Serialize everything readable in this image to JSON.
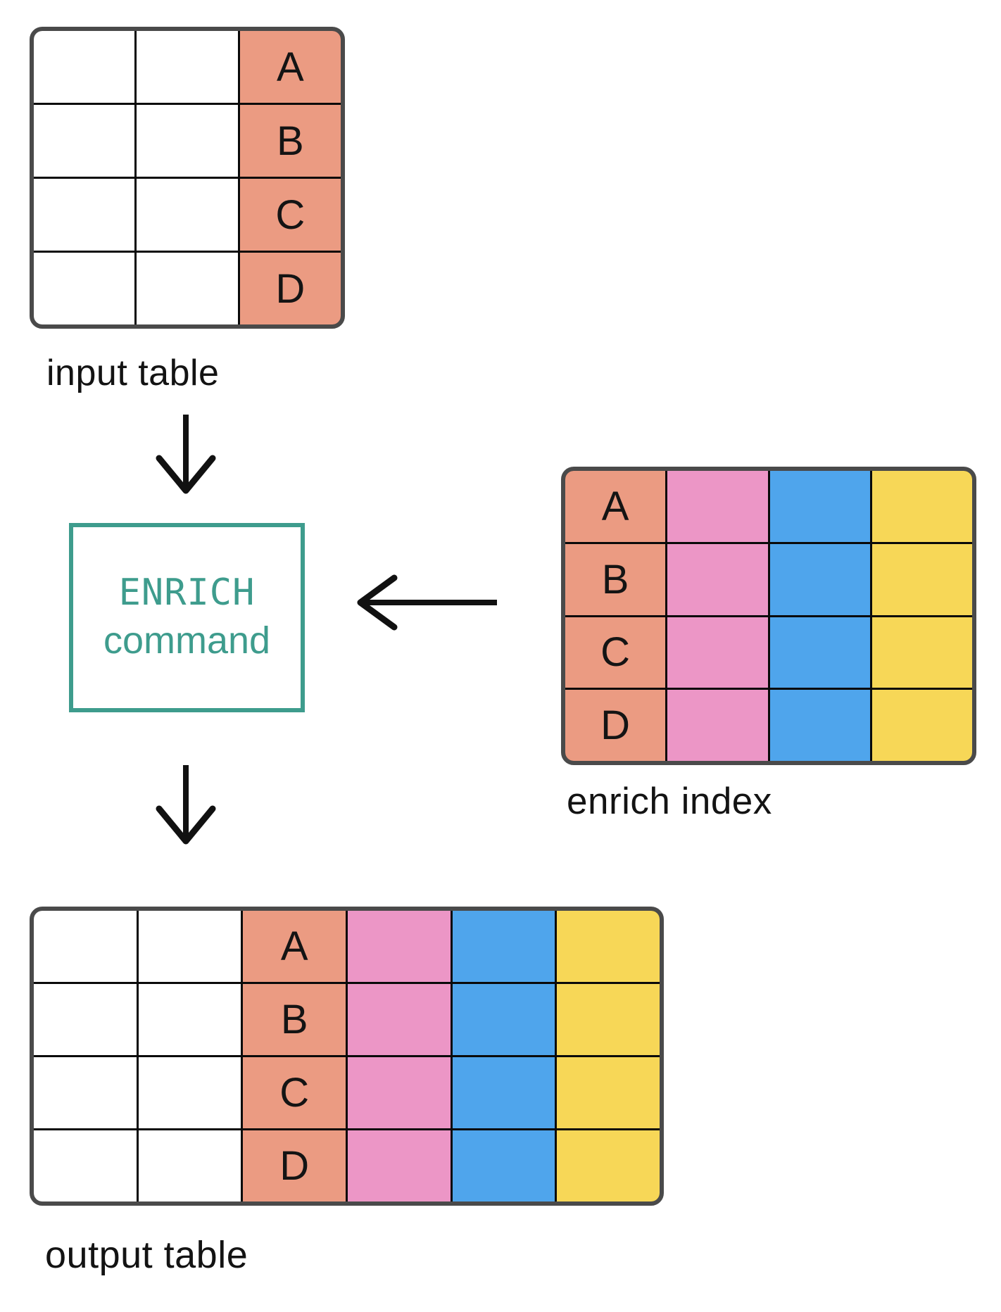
{
  "palette": {
    "salmon": "#EB9B82",
    "pink": "#EC96C6",
    "blue": "#4FA5EC",
    "yellow": "#F7D757",
    "teal": "#3E9C8D",
    "frame": "#4A4A4A",
    "grid": "#0A0A0A"
  },
  "labels": {
    "input_table": "input table",
    "enrich_index": "enrich index",
    "output_table": "output table"
  },
  "enrich_box": {
    "line1": "ENRICH",
    "line2": "command"
  },
  "icons": {
    "arrow_input_to_command": "arrow-down",
    "arrow_index_to_command": "arrow-left",
    "arrow_command_to_output": "arrow-down"
  },
  "tables": {
    "input": {
      "title": "input table",
      "cells": [
        [
          {
            "c": "white",
            "t": ""
          },
          {
            "c": "white",
            "t": ""
          },
          {
            "c": "salmon",
            "t": "A"
          }
        ],
        [
          {
            "c": "white",
            "t": ""
          },
          {
            "c": "white",
            "t": ""
          },
          {
            "c": "salmon",
            "t": "B"
          }
        ],
        [
          {
            "c": "white",
            "t": ""
          },
          {
            "c": "white",
            "t": ""
          },
          {
            "c": "salmon",
            "t": "C"
          }
        ],
        [
          {
            "c": "white",
            "t": ""
          },
          {
            "c": "white",
            "t": ""
          },
          {
            "c": "salmon",
            "t": "D"
          }
        ]
      ]
    },
    "enrich_index": {
      "title": "enrich index",
      "cells": [
        [
          {
            "c": "salmon",
            "t": "A"
          },
          {
            "c": "pink",
            "t": ""
          },
          {
            "c": "blue",
            "t": ""
          },
          {
            "c": "yellow",
            "t": ""
          }
        ],
        [
          {
            "c": "salmon",
            "t": "B"
          },
          {
            "c": "pink",
            "t": ""
          },
          {
            "c": "blue",
            "t": ""
          },
          {
            "c": "yellow",
            "t": ""
          }
        ],
        [
          {
            "c": "salmon",
            "t": "C"
          },
          {
            "c": "pink",
            "t": ""
          },
          {
            "c": "blue",
            "t": ""
          },
          {
            "c": "yellow",
            "t": ""
          }
        ],
        [
          {
            "c": "salmon",
            "t": "D"
          },
          {
            "c": "pink",
            "t": ""
          },
          {
            "c": "blue",
            "t": ""
          },
          {
            "c": "yellow",
            "t": ""
          }
        ]
      ]
    },
    "output": {
      "title": "output table",
      "cells": [
        [
          {
            "c": "white",
            "t": ""
          },
          {
            "c": "white",
            "t": ""
          },
          {
            "c": "salmon",
            "t": "A"
          },
          {
            "c": "pink",
            "t": ""
          },
          {
            "c": "blue",
            "t": ""
          },
          {
            "c": "yellow",
            "t": ""
          }
        ],
        [
          {
            "c": "white",
            "t": ""
          },
          {
            "c": "white",
            "t": ""
          },
          {
            "c": "salmon",
            "t": "B"
          },
          {
            "c": "pink",
            "t": ""
          },
          {
            "c": "blue",
            "t": ""
          },
          {
            "c": "yellow",
            "t": ""
          }
        ],
        [
          {
            "c": "white",
            "t": ""
          },
          {
            "c": "white",
            "t": ""
          },
          {
            "c": "salmon",
            "t": "C"
          },
          {
            "c": "pink",
            "t": ""
          },
          {
            "c": "blue",
            "t": ""
          },
          {
            "c": "yellow",
            "t": ""
          }
        ],
        [
          {
            "c": "white",
            "t": ""
          },
          {
            "c": "white",
            "t": ""
          },
          {
            "c": "salmon",
            "t": "D"
          },
          {
            "c": "pink",
            "t": ""
          },
          {
            "c": "blue",
            "t": ""
          },
          {
            "c": "yellow",
            "t": ""
          }
        ]
      ]
    }
  }
}
